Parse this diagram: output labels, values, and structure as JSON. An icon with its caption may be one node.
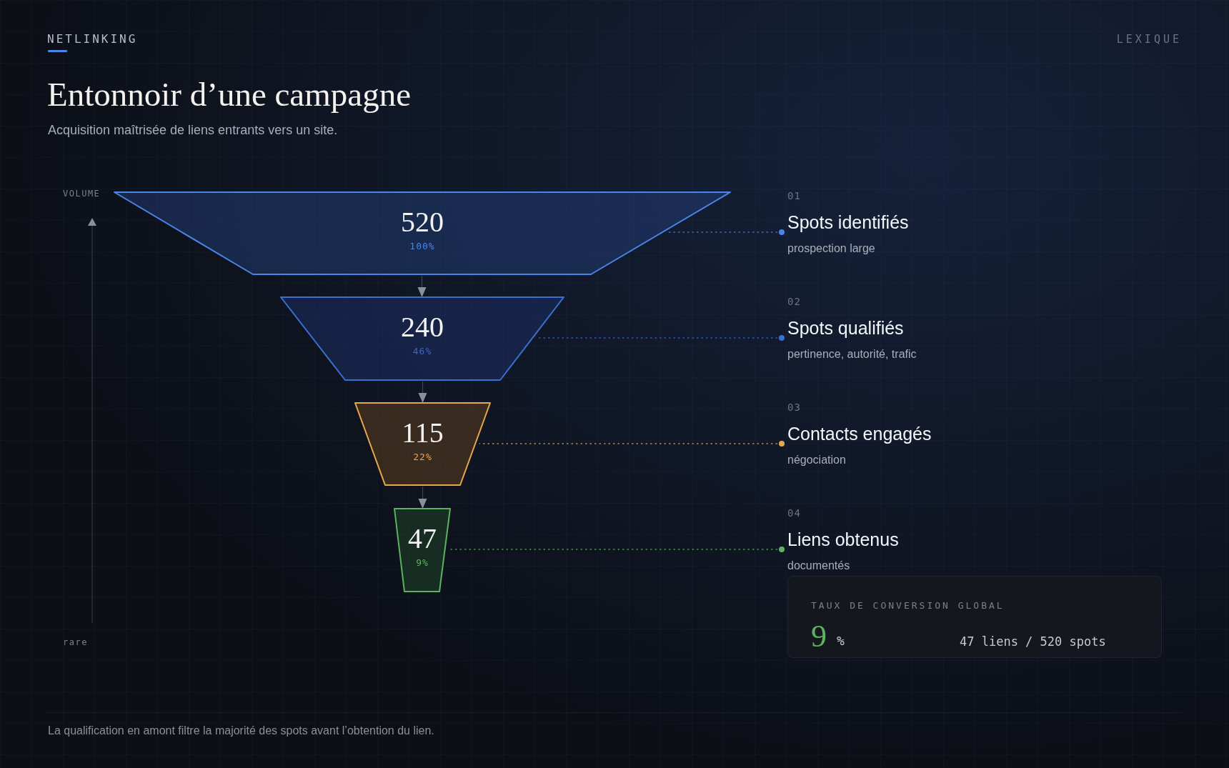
{
  "diagram": {
    "title": "Entonnoir d’une campagne",
    "caption": "La qualification en amont filtre la majorité des spots avant l’obtention du lien.",
    "nodes": [
      {
        "text": [
          "520",
          "100%"
        ]
      },
      {
        "text": [
          "240",
          "46%"
        ]
      },
      {
        "text": [
          "115",
          "22%"
        ]
      },
      {
        "text": [
          "47",
          "9%"
        ]
      },
      {
        "text": [
          "01",
          "Spots identifiés",
          "prospection large"
        ]
      },
      {
        "text": [
          "02",
          "Spots qualifiés",
          "pertinence, autorité, trafic"
        ]
      },
      {
        "text": [
          "03",
          "Contacts engagés",
          "négociation"
        ]
      },
      {
        "text": [
          "04",
          "Liens obtenus",
          "documentés"
        ]
      },
      {
        "text": [
          "TAUX DE CONVERSION GLOBAL",
          "9",
          "%",
          "47 liens / 520 spots"
        ]
      }
    ],
    "edges": [
      {
        "from": 0,
        "to": 1,
        "arrow": "to"
      },
      {
        "from": 1,
        "to": 2,
        "arrow": "to"
      },
      {
        "from": 2,
        "to": 3,
        "arrow": "to"
      },
      {
        "from": 4,
        "to": 0,
        "arrow": "other",
        "style": "dashed",
        "color": "#4a86e8"
      },
      {
        "from": 5,
        "to": 1,
        "arrow": "other",
        "style": "dashed",
        "color": "#3b6fd0"
      },
      {
        "from": 6,
        "to": 2,
        "arrow": "other",
        "style": "dashed",
        "color": "#e8a84a"
      },
      {
        "from": 7,
        "to": 3,
        "arrow": "other",
        "style": "dashed",
        "color": "#5bb35f"
      }
    ],
    "labels": [
      "NETLINKING",
      "LEXIQUE",
      "Acquisition maîtrisée de liens entrants vers un site.",
      "VOLUME",
      "rare"
    ]
  }
}
